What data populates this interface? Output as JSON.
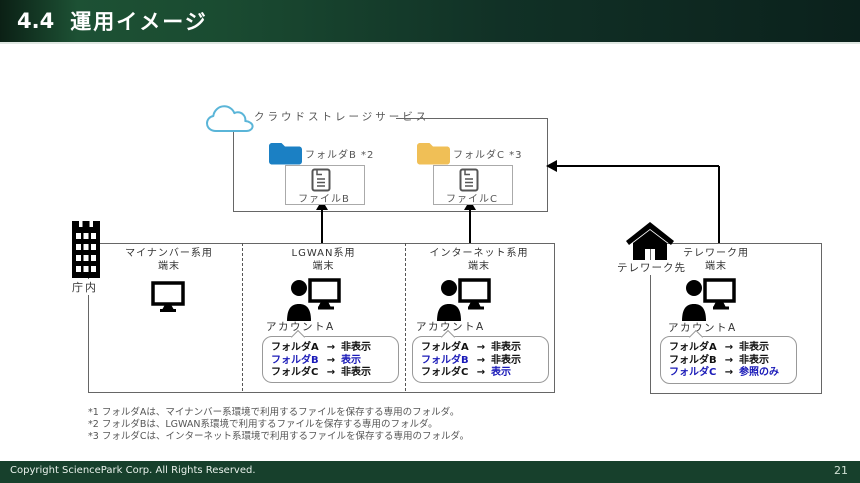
{
  "slide": {
    "title_number": "4.4",
    "title": "運用イメージ",
    "page_number": "21",
    "copyright": "Copyright SciencePark Corp. All Rights Reserved."
  },
  "cloud": {
    "service_label": "クラウドストレージサービス",
    "folder_b": {
      "label": "フォルダB *2",
      "file": "ファイルB"
    },
    "folder_c": {
      "label": "フォルダC *3",
      "file": "ファイルC"
    }
  },
  "office": {
    "location": "庁内",
    "terminal_mynumber": {
      "line1": "マイナンバー系用",
      "line2": "端末"
    },
    "terminal_lgwan": {
      "line1": "LGWAN系用",
      "line2": "端末",
      "account": "アカウントA",
      "rows": [
        {
          "folder": "フォルダA",
          "arrow": "→",
          "visibility": "非表示"
        },
        {
          "folder": "フォルダB",
          "arrow": "→",
          "visibility": "表示"
        },
        {
          "folder": "フォルダC",
          "arrow": "→",
          "visibility": "非表示"
        }
      ]
    },
    "terminal_internet": {
      "line1": "インターネット系用",
      "line2": "端末",
      "account": "アカウントA",
      "rows": [
        {
          "folder": "フォルダA",
          "arrow": "→",
          "visibility": "非表示"
        },
        {
          "folder": "フォルダB",
          "arrow": "→",
          "visibility": "非表示"
        },
        {
          "folder": "フォルダC",
          "arrow": "→",
          "visibility": "表示"
        }
      ]
    }
  },
  "telework": {
    "location": "テレワーク先",
    "terminal": {
      "line1": "テレワーク用",
      "line2": "端末",
      "account": "アカウントA",
      "rows": [
        {
          "folder": "フォルダA",
          "arrow": "→",
          "visibility": "非表示"
        },
        {
          "folder": "フォルダB",
          "arrow": "→",
          "visibility": "非表示"
        },
        {
          "folder": "フォルダC",
          "arrow": "→",
          "visibility": "参照のみ"
        }
      ]
    }
  },
  "footnotes": {
    "line1": "*1 フォルダAは、マイナンバー系環境で利用するファイルを保存する専用のフォルダ。",
    "line2": "*2 フォルダBは、LGWAN系環境で利用するファイルを保存する専用のフォルダ。",
    "line3": "*3 フォルダCは、インターネット系環境で利用するファイルを保存する専用のフォルダ。"
  },
  "colors": {
    "header_green": "#1c5138",
    "footer_green": "#17402c",
    "folder_b_blue": "#1b80c4",
    "folder_c_yellow": "#f0bf56",
    "highlight_blue": "#1a1ab8",
    "cloud_stroke": "#5ab5d8",
    "box_border_gray": "#666666"
  }
}
